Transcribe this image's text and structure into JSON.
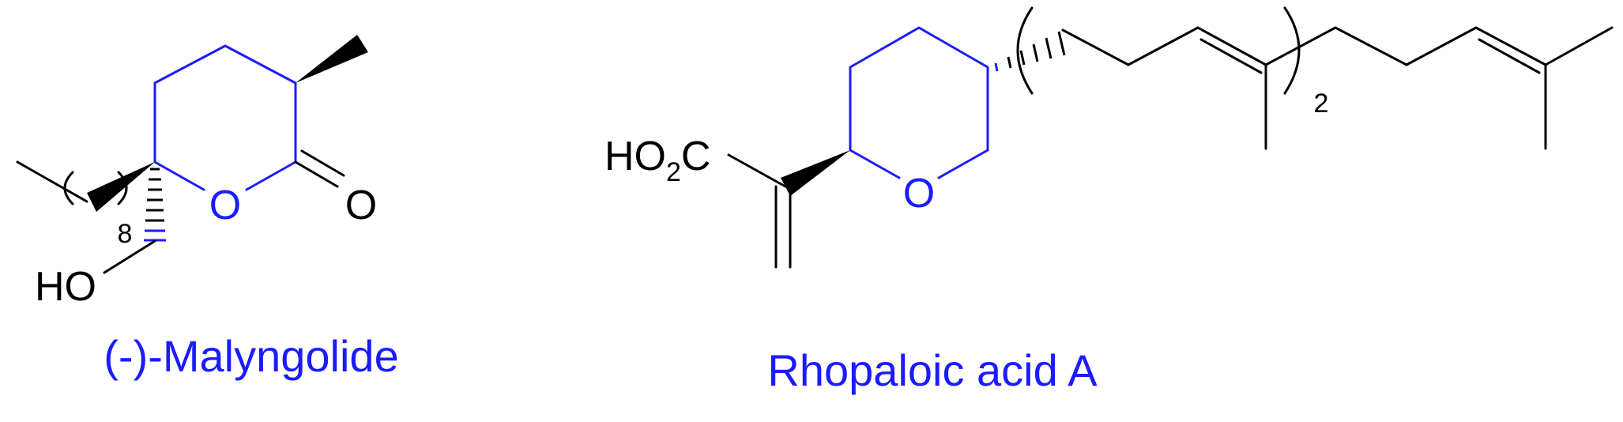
{
  "compounds": [
    {
      "name": "(-)-Malyngolide",
      "atoms": {
        "ring_oxygen": "O",
        "carbonyl_oxygen": "O",
        "hydroxyl": "HO",
        "repeat_count": "8"
      }
    },
    {
      "name": "Rhopaloic acid A",
      "atoms": {
        "acid_prefix": "HO",
        "acid_subscript": "2",
        "acid_suffix": "C",
        "ring_oxygen": "O",
        "repeat_count": "2"
      }
    }
  ],
  "colors": {
    "scaffold": "#1b1bff",
    "bonds": "#000000",
    "caption": "#1b1bff"
  }
}
